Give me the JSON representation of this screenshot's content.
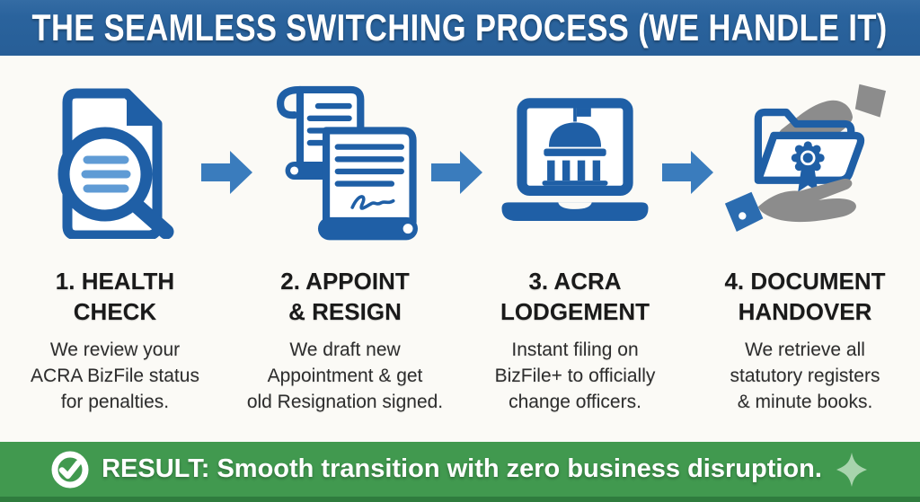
{
  "header": {
    "title": "THE SEAMLESS SWITCHING PROCESS (WE HANDLE IT)"
  },
  "steps": [
    {
      "icon": "document-magnifier-icon",
      "title": "1. HEALTH\nCHECK",
      "description": "We review your\nACRA BizFile status\nfor penalties."
    },
    {
      "icon": "appoint-resign-documents-icon",
      "title": "2. APPOINT\n& RESIGN",
      "description": "We draft new\nAppointment & get\nold Resignation signed."
    },
    {
      "icon": "laptop-government-icon",
      "title": "3. ACRA\nLODGEMENT",
      "description": "Instant filing on\nBizFile+ to officially\nchange officers."
    },
    {
      "icon": "hands-folder-handover-icon",
      "title": "4. DOCUMENT\nHANDOVER",
      "description": "We retrieve all\nstatutory registers\n& minute books."
    }
  ],
  "arrows": {
    "icon": "arrow-right-icon",
    "count": 3
  },
  "footer": {
    "icon": "check-circle-icon",
    "label": "RESULT:",
    "message": "Smooth transition with zero business disruption.",
    "sparkle": "sparkle-icon"
  },
  "colors": {
    "header_bg": "#2a639d",
    "icon_blue": "#1f5fa6",
    "light_blue": "#5f9bd5",
    "arrow_blue": "#3a7cbd",
    "hand_gray": "#8c8c8c",
    "cuff_blue": "#2b6cb0",
    "footer_green": "#41994f",
    "footer_green_dark": "#2f7c3e",
    "sparkle_green": "#a8d4ad",
    "page_bg": "#fbfaf6",
    "title_text": "#1a1a1a",
    "body_text": "#2d2d2d",
    "header_text": "#ffffff"
  }
}
